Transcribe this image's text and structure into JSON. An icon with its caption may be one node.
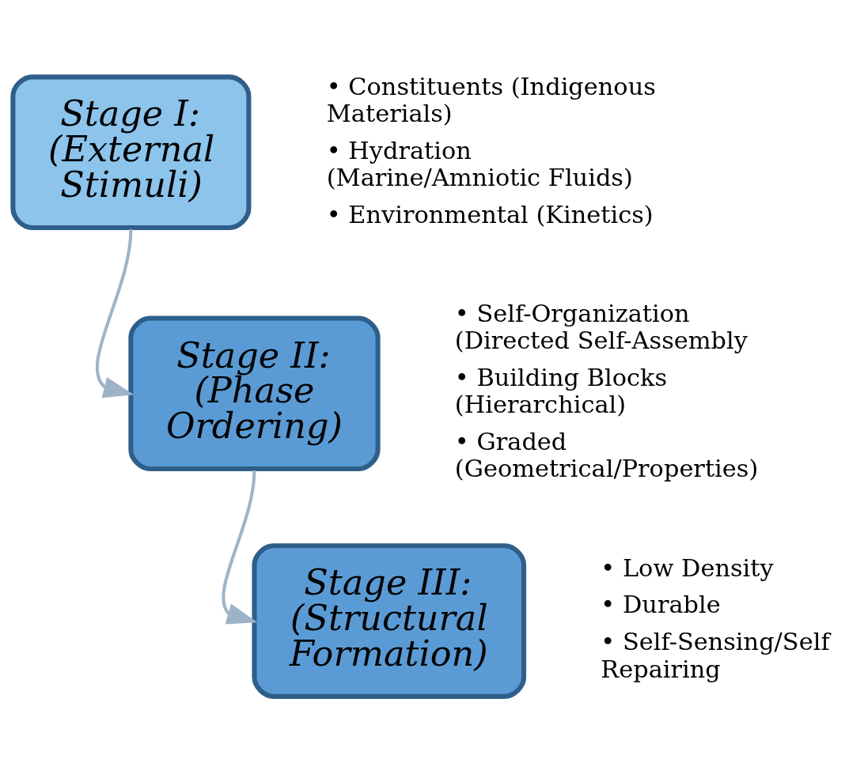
{
  "diagram": {
    "nodes": [
      {
        "text": [
          "Stage I: (External Stimuli)"
        ],
        "beside": [
          "• Constituents (Indigenous Materials)",
          "• Hydration (Marine/Amniotic Fluids)",
          "• Environmental (Kinetics)"
        ]
      },
      {
        "text": [
          "Stage II: (Phase Ordering)"
        ],
        "beside": [
          "• Self-Organization (Directed Self-Assembly",
          "• Building Blocks (Hierarchical)",
          "• Graded (Geometrical/Properties)"
        ]
      },
      {
        "text": [
          "Stage III: (Structural Formation)"
        ],
        "beside": [
          "• Low Density",
          "• Durable",
          "• Self-Sensing/Self Repairing"
        ]
      }
    ],
    "edges": [
      {
        "from": 0,
        "to": 1,
        "arrow": "to"
      },
      {
        "from": 1,
        "to": 2,
        "arrow": "to"
      }
    ]
  }
}
